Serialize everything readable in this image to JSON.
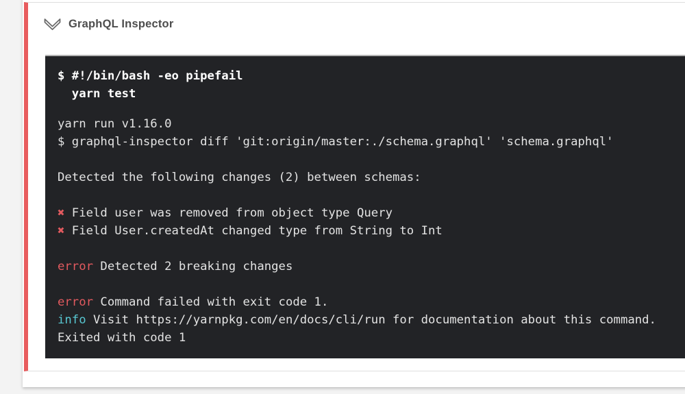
{
  "colors": {
    "page_background": "#f3f3f3",
    "card_background": "#ffffff",
    "accent_failed_red": "#e85c5e",
    "panel_border": "#dedede",
    "terminal_top_edge": "#b3b3b3",
    "terminal_background": "#222326",
    "terminal_text": "#e3e3e3",
    "terminal_bold_text": "#ffffff",
    "error_red": "#e25a5f",
    "info_cyan": "#58c6d1",
    "title_gray": "#4d4d4d"
  },
  "header": {
    "title": "GraphQL Inspector",
    "collapse_icon": "chevron-double-down-icon"
  },
  "terminal": {
    "command_lines": [
      "$ #!/bin/bash -eo pipefail",
      "  yarn test"
    ],
    "output_lines": [
      [
        {
          "t": "yarn run v1.16.0"
        }
      ],
      [
        {
          "t": "$ graphql-inspector diff 'git:origin/master:./schema.graphql' 'schema.graphql'"
        }
      ],
      [],
      [
        {
          "t": "Detected the following changes (2) between schemas:"
        }
      ],
      [],
      [
        {
          "t": "✖",
          "c": "error"
        },
        {
          "t": " Field user was removed from object type Query"
        }
      ],
      [
        {
          "t": "✖",
          "c": "error"
        },
        {
          "t": " Field User.createdAt changed type from String to Int"
        }
      ],
      [],
      [
        {
          "t": "error",
          "c": "error"
        },
        {
          "t": " Detected 2 breaking changes"
        }
      ],
      [],
      [
        {
          "t": "error",
          "c": "error"
        },
        {
          "t": " Command failed with exit code 1."
        }
      ],
      [
        {
          "t": "info",
          "c": "info"
        },
        {
          "t": " Visit https://yarnpkg.com/en/docs/cli/run for documentation about this command."
        }
      ],
      [
        {
          "t": "Exited with code 1"
        }
      ]
    ]
  }
}
